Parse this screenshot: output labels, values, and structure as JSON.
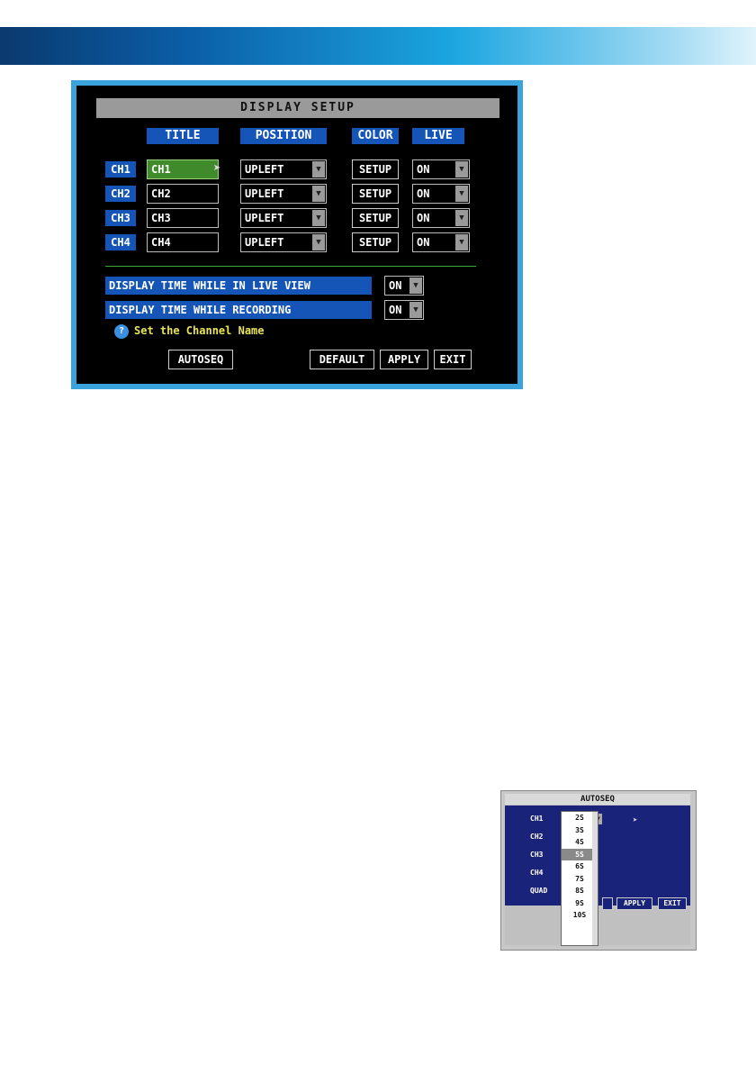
{
  "display_setup": {
    "title": "DISPLAY SETUP",
    "headers": {
      "title": "TITLE",
      "position": "POSITION",
      "color": "COLOR",
      "live": "LIVE"
    },
    "channels": [
      {
        "label": "CH1",
        "title": "CH1",
        "position": "UPLEFT",
        "color": "SETUP",
        "live": "ON"
      },
      {
        "label": "CH2",
        "title": "CH2",
        "position": "UPLEFT",
        "color": "SETUP",
        "live": "ON"
      },
      {
        "label": "CH3",
        "title": "CH3",
        "position": "UPLEFT",
        "color": "SETUP",
        "live": "ON"
      },
      {
        "label": "CH4",
        "title": "CH4",
        "position": "UPLEFT",
        "color": "SETUP",
        "live": "ON"
      }
    ],
    "options": [
      {
        "label": "DISPLAY TIME WHILE IN LIVE VIEW",
        "value": "ON"
      },
      {
        "label": "DISPLAY TIME WHILE RECORDING",
        "value": "ON"
      }
    ],
    "hint": "Set the Channel Name",
    "buttons": {
      "autoseq": "AUTOSEQ",
      "default": "DEFAULT",
      "apply": "APPLY",
      "exit": "EXIT"
    },
    "colors": {
      "header_blue": "#1555b8",
      "active_green": "#3f8a2a",
      "title_bar": "#9a9a9a",
      "hint_yellow": "#e8e35a"
    }
  },
  "autoseq": {
    "title": "AUTOSEQ",
    "rows": [
      "CH1",
      "CH2",
      "CH3",
      "CH4",
      "QUAD"
    ],
    "selected": "5S",
    "options": [
      "2S",
      "3S",
      "4S",
      "5S",
      "6S",
      "7S",
      "8S",
      "9S",
      "10S"
    ],
    "buttons": {
      "apply": "APPLY",
      "exit": "EXIT"
    }
  }
}
